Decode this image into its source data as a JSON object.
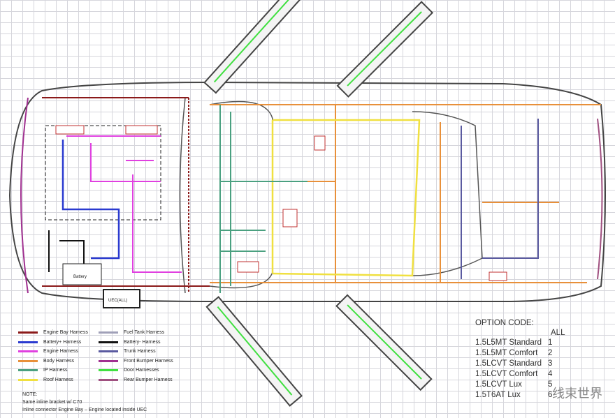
{
  "diagram": {
    "battery_label": "Battery",
    "uec_label": "UEC(ALL)"
  },
  "legend": [
    {
      "label": "Engine Bay Harness",
      "color": "#8b1a1a"
    },
    {
      "label": "Battery+ Harness",
      "color": "#2a3ad0"
    },
    {
      "label": "Engine Harness",
      "color": "#e040e0"
    },
    {
      "label": "Body Harness",
      "color": "#e8903a"
    },
    {
      "label": "IP Harness",
      "color": "#4aa080"
    },
    {
      "label": "Roof Harness",
      "color": "#f0e040"
    },
    {
      "label": "Fuel Tank Harness",
      "color": "#a0a0b8"
    },
    {
      "label": "Battery- Harness",
      "color": "#111111"
    },
    {
      "label": "Trunk Harness",
      "color": "#5a5aa0"
    },
    {
      "label": "Front Bumper Harness",
      "color": "#a03090"
    },
    {
      "label": "Door Harnesses",
      "color": "#40e040"
    },
    {
      "label": "Rear Bumper Harness",
      "color": "#a05080"
    }
  ],
  "notes": {
    "title": "NOTE:",
    "lines": [
      "Same inline bracket w/ C70",
      "Inline connector Engine Bay – Engine located inside UEC"
    ]
  },
  "option_code": {
    "title": "OPTION CODE:",
    "column": "ALL",
    "rows": [
      {
        "name": "1.5L5MT Standard",
        "code": "1"
      },
      {
        "name": "1.5L5MT Comfort",
        "code": "2"
      },
      {
        "name": "1.5LCVT Standard",
        "code": "3"
      },
      {
        "name": "1.5LCVT Comfort",
        "code": "4"
      },
      {
        "name": "1.5LCVT Lux",
        "code": "5"
      },
      {
        "name": "1.5T6AT  Lux",
        "code": "6"
      }
    ]
  },
  "watermark": "线束世界"
}
